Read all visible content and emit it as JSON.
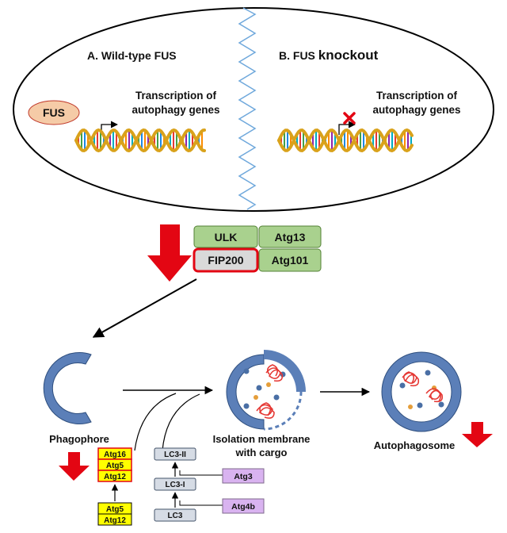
{
  "panel_a": {
    "title": "A. Wild-type FUS",
    "protein": "FUS",
    "caption_line1": "Transcription of",
    "caption_line2": "autophagy genes"
  },
  "panel_b": {
    "title_prefix": "B. FUS ",
    "title_emphasis": "knockout",
    "caption_line1": "Transcription of",
    "caption_line2": "autophagy genes"
  },
  "complex": {
    "ulk": "ULK",
    "atg13": "Atg13",
    "fip200": "FIP200",
    "atg101": "Atg101"
  },
  "stages": {
    "phagophore": "Phagophore",
    "isolation_line1": "Isolation membrane",
    "isolation_line2": "with cargo",
    "autophagosome": "Autophagosome"
  },
  "atg_conjugation": {
    "complex_top": [
      "Atg16",
      "Atg5",
      "Atg12"
    ],
    "complex_bottom": [
      "Atg5",
      "Atg12"
    ]
  },
  "lc3_pathway": {
    "lc3_ii": "LC3-II",
    "lc3_i": "LC3-I",
    "lc3": "LC3",
    "atg3": "Atg3",
    "atg4b": "Atg4b"
  },
  "colors": {
    "ellipse_stroke": "#000000",
    "fus_fill": "#F5CBA7",
    "dna_gold": "#D9A21B",
    "complex_green": "#A9D18E",
    "fip200_grey": "#D9D9D9",
    "highlight_red": "#E30613",
    "membrane_blue": "#5B7FB8",
    "atg_yellow": "#FFFF00",
    "lc3_grey": "#D6DCE5",
    "atg_lilac": "#D9B3F0",
    "zigzag_blue": "#6FA8DC",
    "cargo_red": "#E53935"
  }
}
